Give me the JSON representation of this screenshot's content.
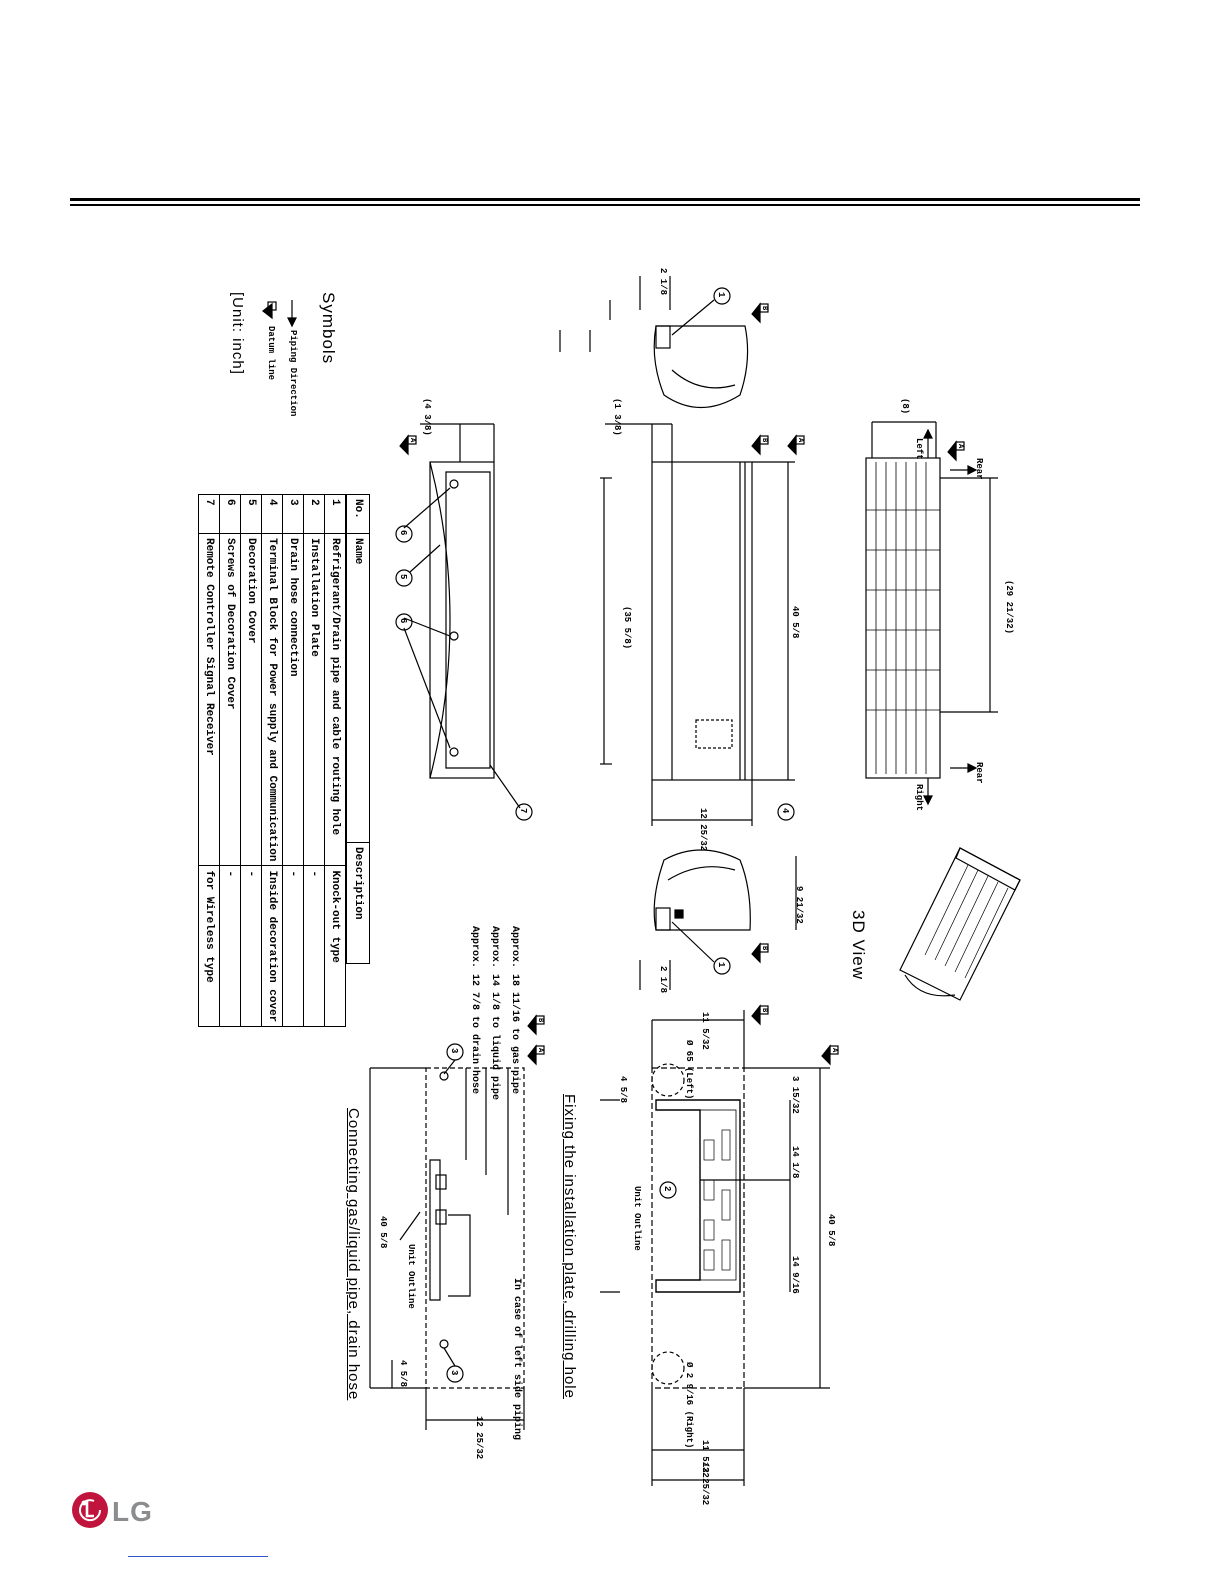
{
  "symbols": {
    "title": "Symbols",
    "piping_direction": "Piping Direction",
    "datum_line": "Datum line",
    "unit": "[Unit: inch]"
  },
  "parts_table": {
    "headers": {
      "no": "No.",
      "name": "Name",
      "description": "Description"
    },
    "rows": [
      {
        "no": "7",
        "name": "Remote Controller Signal Receiver",
        "description": "for Wireless type"
      },
      {
        "no": "6",
        "name": "Screws of Decoration Cover",
        "description": "-"
      },
      {
        "no": "5",
        "name": "Decoration Cover",
        "description": "-"
      },
      {
        "no": "4",
        "name": "Terminal Block for Power supply and Communication",
        "description": "Inside decoration cover"
      },
      {
        "no": "3",
        "name": "Drain hose connection",
        "description": "-"
      },
      {
        "no": "2",
        "name": "Installation Plate",
        "description": "-"
      },
      {
        "no": "1",
        "name": "Refrigerant/Drain pipe and cable routing hole",
        "description": "Knock-out type"
      }
    ]
  },
  "views": {
    "view_3d": "3D View",
    "fixing_plate": "Fixing the installation plate, drilling hole",
    "connecting": "Connecting gas/liquid pipe, drain hose",
    "left_side_piping": "In case of left side piping",
    "unit_outline": "Unit Outline"
  },
  "directions": {
    "left": "Left",
    "right": "Right",
    "rear": "Rear"
  },
  "datum_labels": {
    "a": "A",
    "b": "B"
  },
  "callouts": [
    "1",
    "2",
    "3",
    "4",
    "5",
    "6",
    "7"
  ],
  "holes": {
    "left": "Ø 65 (Left)",
    "right": "Ø 2 9/16 (Right)"
  },
  "approx_notes": [
    "Approx. 18 11/16 to gas pipe",
    "Approx. 14 1/8 to liquid pipe",
    "Approx. 12 7/8 to drain hose"
  ],
  "dimensions": {
    "width": "40 5/8",
    "height": "12 25/32",
    "depth_side": "9 21/32",
    "grille": "(29 21/32)",
    "inner_width": "(35 5/8)",
    "offset_8": "(8)",
    "offset_1": "(1 3/8)",
    "offset_4": "(4 3/8)",
    "pipe_2": "2 1/8",
    "plate_11": "11 5/32",
    "plate_14a": "14 1/8",
    "plate_14b": "14 9/16",
    "plate_3": "3 15/32",
    "plate_4": "4 5/8",
    "conn_4": "4 5/8"
  },
  "brand": {
    "name": "LG"
  }
}
